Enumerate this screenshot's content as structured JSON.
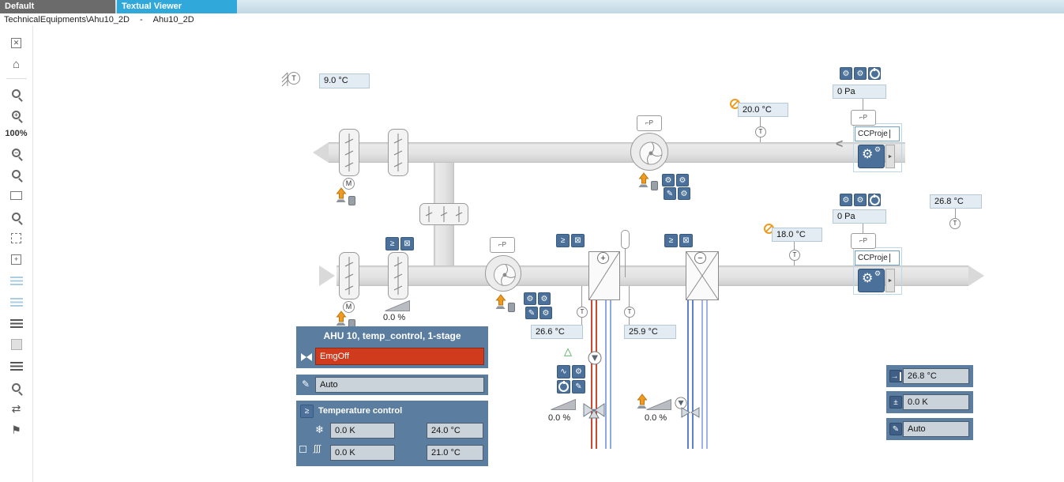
{
  "window": {
    "tabs": [
      {
        "label": "Default",
        "active": true
      },
      {
        "label": "Textual Viewer",
        "active": false
      }
    ],
    "breadcrumb": {
      "path": "TechnicalEquipments\\Ahu10_2D",
      "separator": "-",
      "current": "Ahu10_2D"
    }
  },
  "toolbar": {
    "zoom_level": "100%"
  },
  "icons": {
    "cross": "✕",
    "home": "⌂",
    "plus": "+",
    "minus": "−",
    "swap": "⇄",
    "flag": "⚑",
    "gear": "⚙",
    "pencil": "✎",
    "wave": "∿",
    "seq": "≥",
    "grid": "⊠",
    "snowflake": "❄",
    "heat_coil": "∫∫∫",
    "motor": "M",
    "temp": "T",
    "dp": "⌐P",
    "chevron_left": "<",
    "chevron_right": "►",
    "triangle_up": "△",
    "arrow_right": "→",
    "plus_minus": "±"
  },
  "schematic": {
    "outside_air_temp": "9.0 °C",
    "supply": {
      "pressure": "0 Pa",
      "temp": "20.0 °C",
      "cc_label": "CCProje"
    },
    "extract": {
      "pressure": "0 Pa",
      "temp": "18.0 °C",
      "cc_label": "CCProje"
    },
    "room_temp": "26.8 °C",
    "after_heating_temp": "26.6 °C",
    "after_cooling_temp": "25.9 °C",
    "outside_damper_position": "0.0 %",
    "heating_valve_position": "0.0 %",
    "cooling_valve_position": "0.0 %"
  },
  "ahu_panel": {
    "title": "AHU 10, temp_control, 1-stage",
    "emergency_status": "EmgOff",
    "operation_mode": "Auto"
  },
  "temperature_control": {
    "title": "Temperature control",
    "cooling_deadband": "0.0 K",
    "cooling_setpoint": "24.0 °C",
    "heating_deadband": "0.0 K",
    "heating_setpoint": "21.0 °C"
  },
  "room_panel": {
    "temperature": "26.8 °C",
    "offset": "0.0 K",
    "mode": "Auto"
  }
}
